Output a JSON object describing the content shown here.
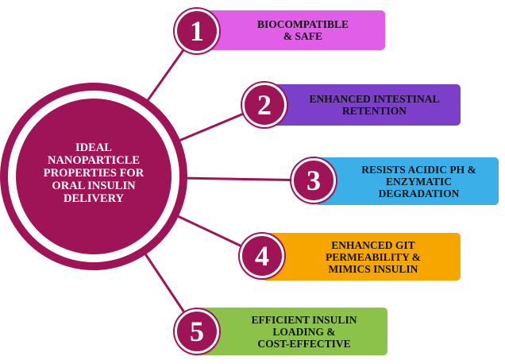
{
  "center": {
    "lines": [
      "IDEAL",
      "NANOPARTICLE",
      "PROPERTIES FOR",
      "ORAL INSULIN",
      "DELIVERY"
    ]
  },
  "items": [
    {
      "number": "1",
      "lines": [
        "BIOCOMPATIBLE",
        "& SAFE"
      ],
      "color": "#e05ee8"
    },
    {
      "number": "2",
      "lines": [
        "ENHANCED INTESTINAL",
        "RETENTION"
      ],
      "color": "#7b3fc9"
    },
    {
      "number": "3",
      "lines": [
        "RESISTS ACIDIC PH &",
        "ENZYMATIC",
        "DEGRADATION"
      ],
      "color": "#3bb0e8"
    },
    {
      "number": "4",
      "lines": [
        "ENHANCED GIT",
        "PERMEABILITY &",
        "MIMICS INSULIN"
      ],
      "color": "#f7a600"
    },
    {
      "number": "5",
      "lines": [
        "EFFICIENT INSULIN",
        "LOADING &",
        "COST-EFFECTIVE"
      ],
      "color": "#8bc34a"
    }
  ],
  "colors": {
    "primary": "#9e1457",
    "ring": "#ffffff"
  }
}
